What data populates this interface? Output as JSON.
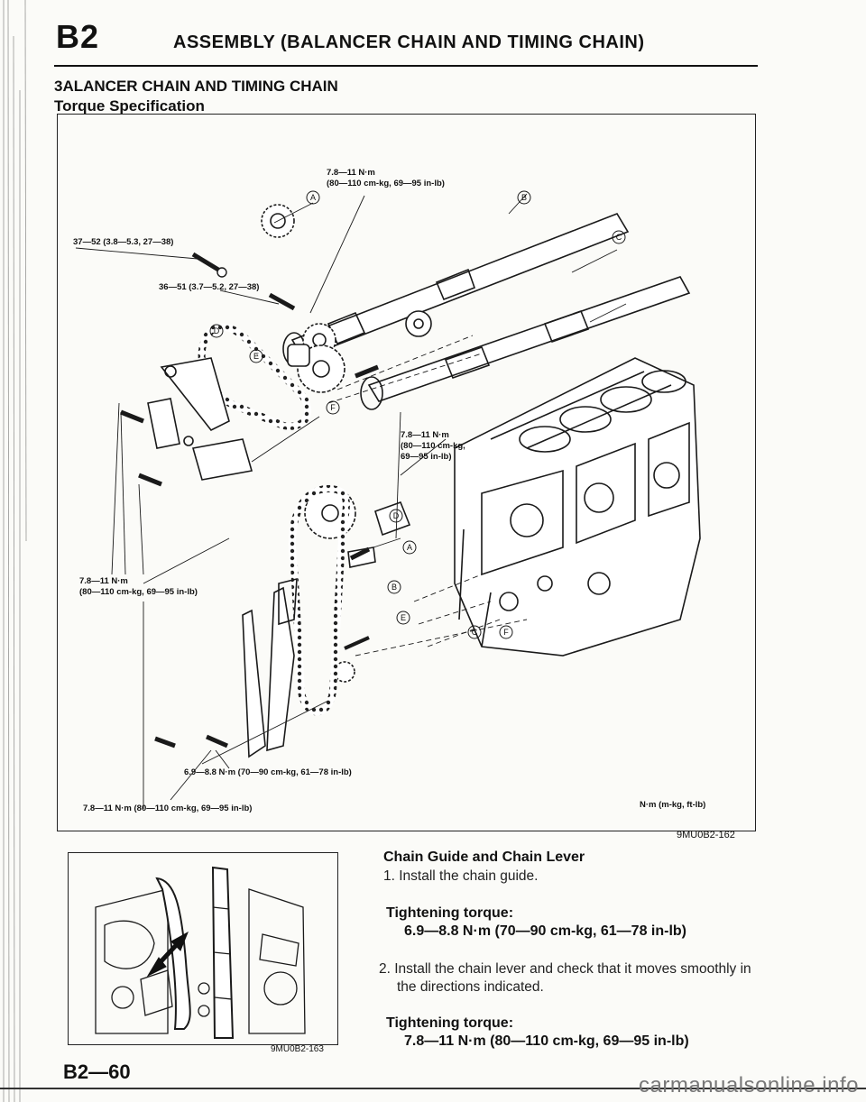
{
  "header": {
    "section_code": "B2",
    "title": "ASSEMBLY (BALANCER CHAIN AND TIMING CHAIN)"
  },
  "section": {
    "title": "3ALANCER CHAIN AND TIMING CHAIN",
    "subtitle": "Torque Specification"
  },
  "figure_main": {
    "callouts": {
      "a_torque_line1": "7.8—11 N·m",
      "a_torque_line2": "(80—110 cm-kg, 69—95 in-lb)",
      "bolt_top_left": "37—52 (3.8—5.3, 27—38)",
      "bolt_mid": "36—51 (3.7—5.2, 27—38)",
      "center_line1": "7.8—11 N·m",
      "center_line2": "(80—110 cm-kg,",
      "center_line3": "69—95 in-lb)",
      "left_line1": "7.8—11 N·m",
      "left_line2": "(80—110 cm-kg, 69—95 in-lb)",
      "bottom_mid": "6.9—8.8 N·m (70—90 cm-kg, 61—78 in-lb)",
      "bottom_left": "7.8—11 N·m (80—110 cm-kg, 69—95 in-lb)",
      "units": "N·m (m-kg, ft-lb)"
    },
    "markers": [
      "A",
      "B",
      "C",
      "D",
      "E",
      "F"
    ],
    "figure_code": "9MU0B2-162"
  },
  "figure_small": {
    "figure_code": "9MU0B2-163"
  },
  "instructions": {
    "heading": "Chain Guide and Chain Lever",
    "step1": "1. Install the chain guide.",
    "torque1_label": "Tightening torque:",
    "torque1_value": "6.9—8.8 N·m (70—90 cm-kg, 61—78 in-lb)",
    "step2_line1": "2. Install the chain lever and check that it moves smoothly in",
    "step2_line2": "the directions indicated.",
    "torque2_label": "Tightening torque:",
    "torque2_value": "7.8—11 N·m (80—110 cm-kg, 69—95 in-lb)"
  },
  "footer": {
    "page_number": "B2—60",
    "watermark": "carmanualsonline.info"
  }
}
